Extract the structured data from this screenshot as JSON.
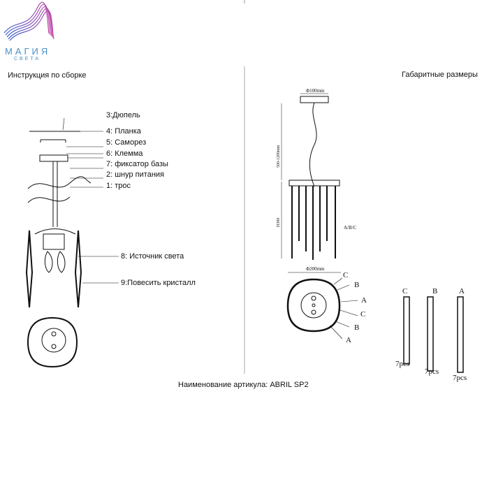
{
  "logo": {
    "name": "МАГИЯ",
    "sub": "СВЕТА"
  },
  "left": {
    "title": "Инструкция по сборке",
    "labels": [
      "3:Дюпель",
      "4: Планка",
      "5: Саморез",
      "6: Клемма",
      "7: фиксатор базы",
      "2: шнур питания",
      "1: трос",
      "8: Источник света",
      "9:Повесить кристалл"
    ]
  },
  "right": {
    "title": "Габаритные размеры",
    "dim_top": "Φ100mm",
    "dim_height": "500-1200mm",
    "dim_body": "H300",
    "abc": "A/B/C",
    "dim_bottom": "Φ200mm",
    "ring_labels": [
      "C",
      "B",
      "A",
      "C",
      "B",
      "A"
    ],
    "columns": [
      {
        "letter": "C",
        "count": "7pcs"
      },
      {
        "letter": "B",
        "count": "7pcs"
      },
      {
        "letter": "A",
        "count": "7pcs"
      }
    ]
  },
  "footer": {
    "article": "Наименование артикула: ABRIL SP2"
  },
  "colors": {
    "logo_text": "#4a8fc4",
    "wave_start": "#3a5fd0",
    "wave_end": "#c04aa8"
  }
}
